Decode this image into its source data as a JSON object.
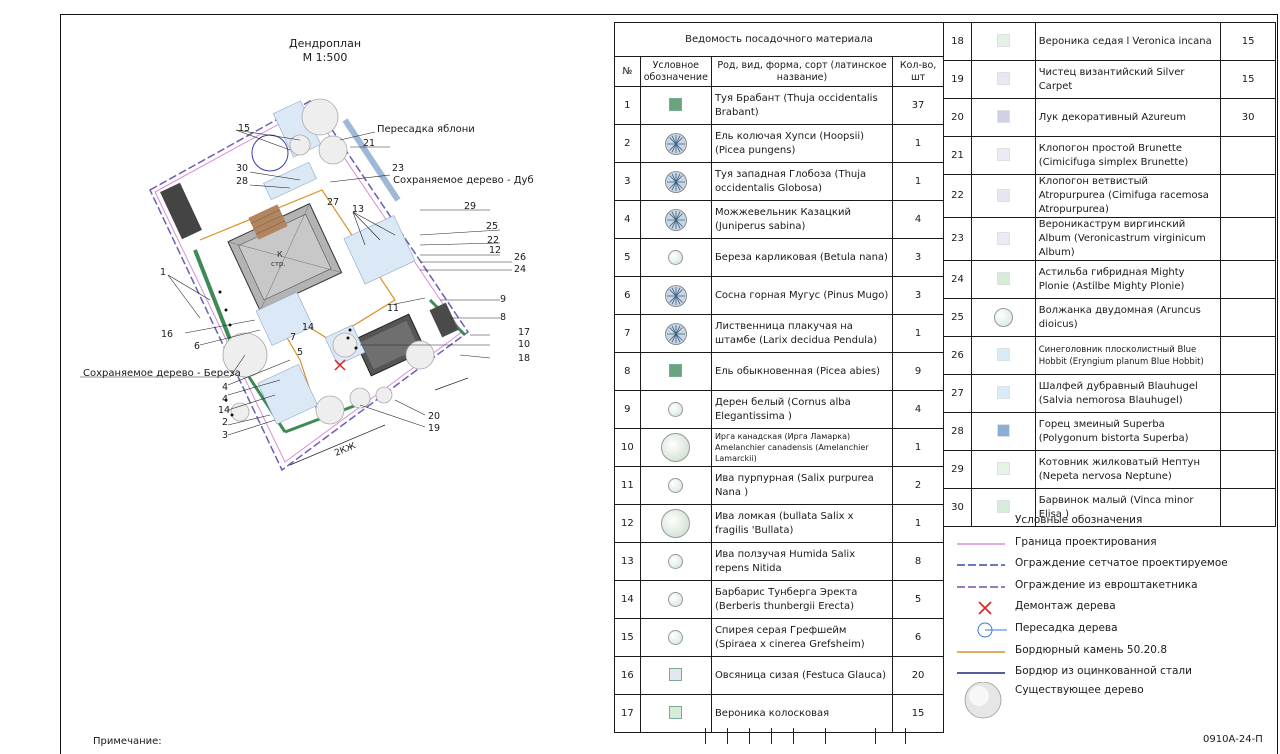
{
  "plan": {
    "title": "Дендроплан",
    "scale": "М 1:500",
    "labels": {
      "transplant": "Пересадка яблони",
      "oak": "Сохраняемое дерево - Дуб",
      "birch": "Сохраняемое дерево - Береза",
      "house": "К",
      "house2": "стр.",
      "dim": "2КЖ"
    },
    "markers": [
      "15",
      "21",
      "30",
      "23",
      "28",
      "27",
      "29",
      "13",
      "25",
      "22",
      "12",
      "26",
      "24",
      "1",
      "9",
      "11",
      "8",
      "16",
      "6",
      "7",
      "14",
      "17",
      "10",
      "18",
      "5",
      "4",
      "4",
      "14",
      "2",
      "3",
      "20",
      "19"
    ]
  },
  "notes": {
    "label": "Примечание:",
    "code": "0910А-24-П"
  },
  "table": {
    "title": "Ведомость посадочного материала",
    "headers": {
      "num": "№",
      "symbol": "Условное обозначение",
      "name": "Род, вид, форма, сорт (латинское название)",
      "qty": "Кол-во, шт"
    },
    "rows_left": [
      {
        "n": "1",
        "name": "Туя Брабант (Thuja occidentalis Brabant)",
        "qty": "37",
        "sym": "square",
        "color": "#6aa37c"
      },
      {
        "n": "2",
        "name": "Ель колючая Хупси (Hoopsii) (Picea pungens)",
        "qty": "1",
        "sym": "star"
      },
      {
        "n": "3",
        "name": "Туя западная Глобоза (Thuja occidentalis Globosa)",
        "qty": "1",
        "sym": "star"
      },
      {
        "n": "4",
        "name": "Можжевельник Казацкий (Juniperus sabina)",
        "qty": "4",
        "sym": "star"
      },
      {
        "n": "5",
        "name": "Береза карликовая (Betula nana)",
        "qty": "3",
        "sym": "circle"
      },
      {
        "n": "6",
        "name": "Сосна горная Мугус (Pinus Mugo)",
        "qty": "3",
        "sym": "star"
      },
      {
        "n": "7",
        "name": "Лиственница плакучая на штамбе (Larix decidua Pendula)",
        "qty": "1",
        "sym": "star"
      },
      {
        "n": "8",
        "name": "Ель обыкновенная (Picea abies)",
        "qty": "9",
        "sym": "square",
        "color": "#6aa37c"
      },
      {
        "n": "9",
        "name": "Дерен белый (Cornus alba Elegantissima )",
        "qty": "4",
        "sym": "circle"
      },
      {
        "n": "10",
        "name": "Ирга канадская (Ирга Ламарка) Amelanchier canadensis (Amelanchier Lamarckii)",
        "qty": "1",
        "sym": "circle-big",
        "small": true
      },
      {
        "n": "11",
        "name": "Ива пурпурная (Salix purpurea Nana )",
        "qty": "2",
        "sym": "circle"
      },
      {
        "n": "12",
        "name": "Ива ломкая (bullata Salix x fragilis 'Bullata)",
        "qty": "1",
        "sym": "circle-big"
      },
      {
        "n": "13",
        "name": "Ива ползучая Humida Salix repens Nitida",
        "qty": "8",
        "sym": "circle"
      },
      {
        "n": "14",
        "name": "Барбарис Тунберга Эректа (Berberis thunbergii Erecta)",
        "qty": "5",
        "sym": "circle"
      },
      {
        "n": "15",
        "name": "Спирея серая Грефшейм (Spiraea x cinerea Grefsheim)",
        "qty": "6",
        "sym": "circle"
      },
      {
        "n": "16",
        "name": "Овсяница сизая (Festuca Glauca)",
        "qty": "20",
        "sym": "square",
        "color": "#e6e6f2"
      },
      {
        "n": "17",
        "name": "Вероника колосковая",
        "qty": "15",
        "sym": "square",
        "color": "#d6ecd6"
      }
    ],
    "rows_right": [
      {
        "n": "18",
        "name": "Вероника седая l Veronica incana",
        "qty": "15",
        "color": "#e4f2e4"
      },
      {
        "n": "19",
        "name": "Чистец византийский Silver Carpet",
        "qty": "15",
        "color": "#e8e8f4"
      },
      {
        "n": "20",
        "name": "Лук декоративный Azureum",
        "qty": "30",
        "color": "#cfcfe6"
      },
      {
        "n": "21",
        "name": "Клопогон простой Brunette (Cimicifuga simplex Brunette)",
        "qty": "",
        "color": "#ebebf5"
      },
      {
        "n": "22",
        "name": "Клопогон ветвистый Atropurpurea (Cimifuga racemosa Atropurpurea)",
        "qty": "",
        "color": "#e6e6f2"
      },
      {
        "n": "23",
        "name": "Вероникаструм виргинский Album (Veronicastrum virginicum Album)",
        "qty": "",
        "color": "#ebebf5"
      },
      {
        "n": "24",
        "name": "Астильба гибридная Mighty Plonie (Astilbe Mighty Plonie)",
        "qty": "",
        "color": "#d6ecd6"
      },
      {
        "n": "25",
        "name": "Волжанка двудомная (Aruncus dioicus)",
        "qty": "",
        "circle": true
      },
      {
        "n": "26",
        "name": "Синеголовник плосколистный Blue Hobbit (Eryngium planum Blue Hobbit)",
        "qty": "",
        "color": "#d8ecf8",
        "small": true
      },
      {
        "n": "27",
        "name": "Шалфей дубравный Blauhugel (Salvia nemorosa Blauhugel)",
        "qty": "",
        "color": "#d8ecf8"
      },
      {
        "n": "28",
        "name": "Горец змеиный Superba (Polygonum bistorta Superba)",
        "qty": "",
        "color": "#8aaed6"
      },
      {
        "n": "29",
        "name": "Котовник жилковатый Нептун (Nepeta nervosa Neptune)",
        "qty": "",
        "color": "#e6f4e6"
      },
      {
        "n": "30",
        "name": "Барвинок малый (Vinca minor Elisa )",
        "qty": "",
        "color": "#d8ecdc"
      }
    ]
  },
  "legend": {
    "title": "Условные обозначения",
    "items": [
      {
        "label": "Граница проектирования",
        "sym": "pink-line"
      },
      {
        "label": "Ограждение сетчатое проектируемое",
        "sym": "blue-dash"
      },
      {
        "label": "Ограждение из евроштакетника",
        "sym": "purple-dash"
      },
      {
        "label": "Демонтаж дерева",
        "sym": "red-x"
      },
      {
        "label": "Пересадка дерева",
        "sym": "transplant"
      },
      {
        "label": "Бордюрный камень 50.20.8",
        "sym": "orange-line"
      },
      {
        "label": "Бордюр из оцинкованной стали",
        "sym": "navy-line"
      },
      {
        "label": "Существующее дерево",
        "sym": "tree"
      }
    ]
  }
}
